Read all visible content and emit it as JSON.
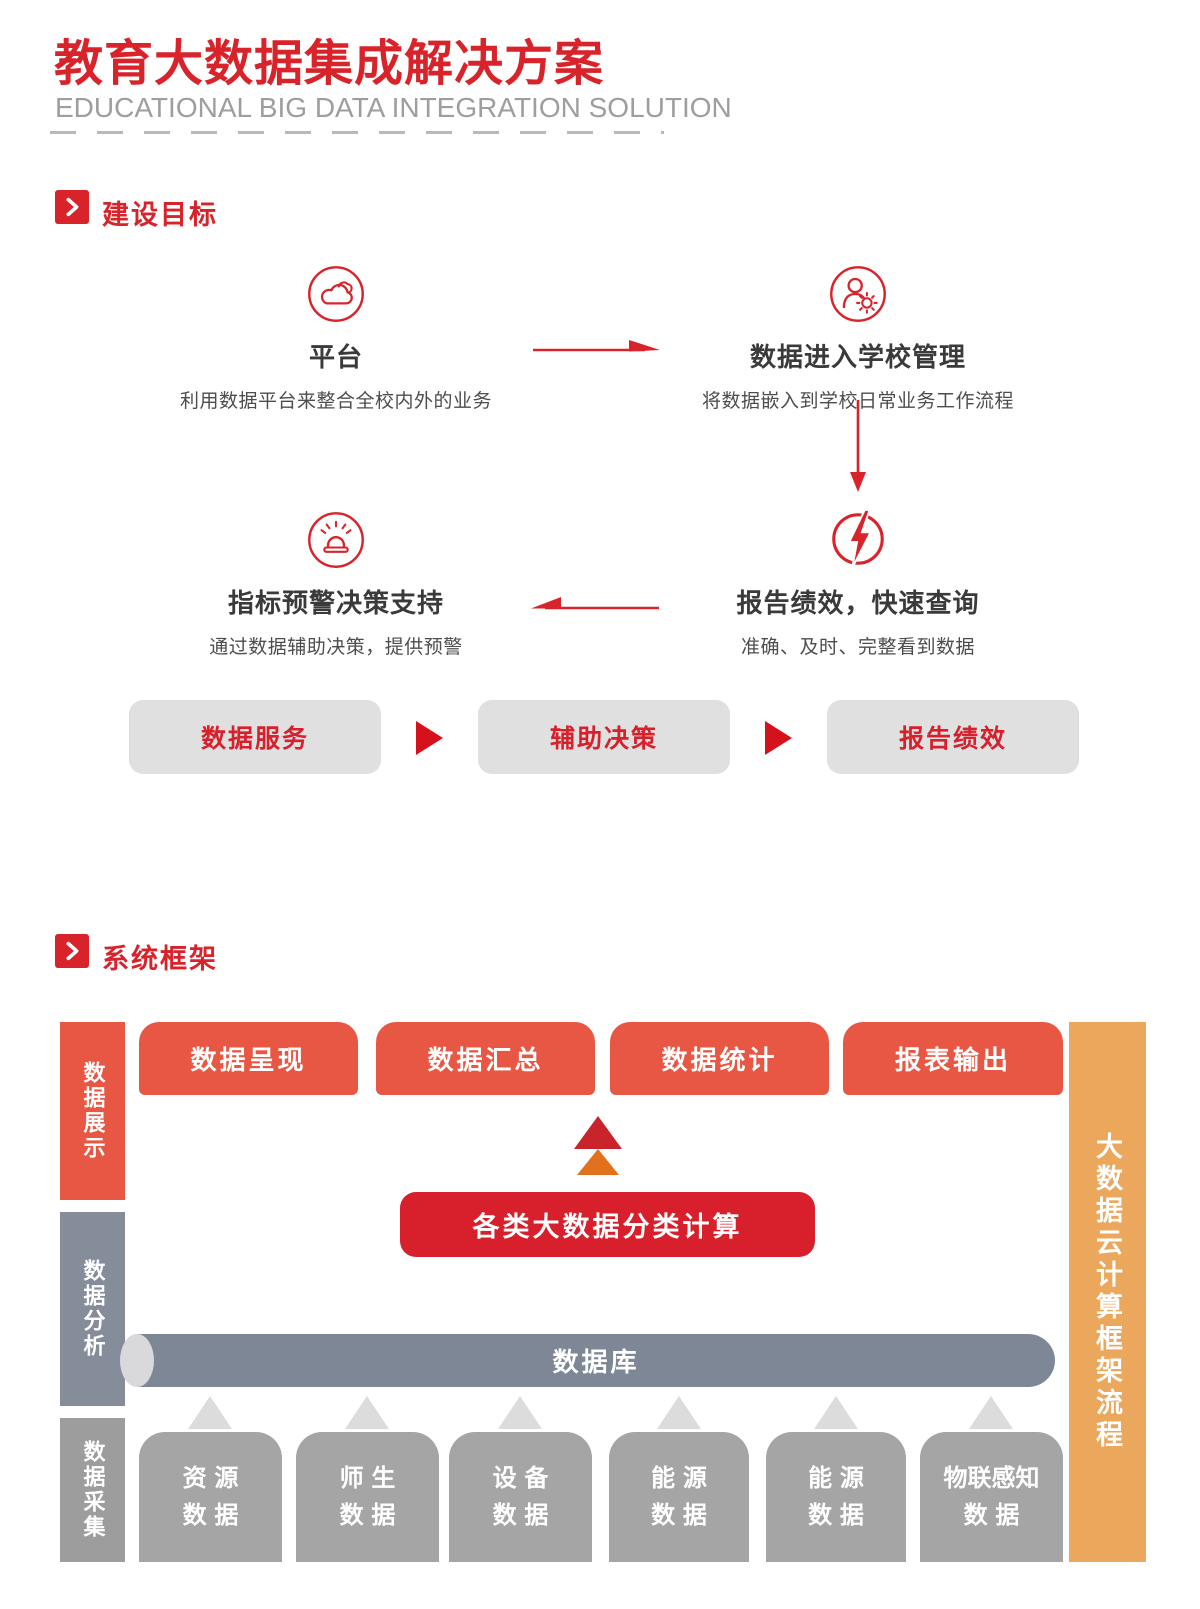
{
  "page": {
    "title": "教育大数据集成解决方案",
    "subtitle": "EDUCATIONAL BIG DATA INTEGRATION SOLUTION"
  },
  "colors": {
    "accent_red": "#d8232a",
    "deep_red_bar": "#d7202b",
    "button_red": "#e85743",
    "arrow_dark_red": "#c9242c",
    "arrow_orange": "#e2711e",
    "right_column_orange": "#eba75c",
    "analysis_gray_blue": "#858d9b",
    "collect_gray": "#9d9d9d",
    "source_box_gray": "#a5a5a5",
    "cylinder_gray": "#7e8795",
    "pill_gray": "#e0e0e0"
  },
  "goals": {
    "heading": "建设目标",
    "nodes": [
      {
        "icon": "cloud-icon",
        "title": "平台",
        "desc": "利用数据平台来整合全校内外的业务"
      },
      {
        "icon": "user-gear-icon",
        "title": "数据进入学校管理",
        "desc": "将数据嵌入到学校日常业务工作流程"
      },
      {
        "icon": "alarm-icon",
        "title": "指标预警决策支持",
        "desc": "通过数据辅助决策，提供预警"
      },
      {
        "icon": "lightning-icon",
        "title": "报告绩效，快速查询",
        "desc": "准确、及时、完整看到数据"
      }
    ],
    "pills": [
      {
        "label": "数据服务"
      },
      {
        "label": "辅助决策"
      },
      {
        "label": "报告绩效"
      }
    ]
  },
  "framework": {
    "heading": "系统框架",
    "left_labels": [
      {
        "label": "数据展示"
      },
      {
        "label": "数据分析"
      },
      {
        "label": "数据采集"
      }
    ],
    "right_label": "大数据云计算框架流程",
    "top_buttons": [
      {
        "label": "数据呈现"
      },
      {
        "label": "数据汇总"
      },
      {
        "label": "数据统计"
      },
      {
        "label": "报表输出"
      }
    ],
    "compute_bar": "各类大数据分类计算",
    "database": "数据库",
    "source_boxes": [
      {
        "line1": "资源",
        "line2": "数据"
      },
      {
        "line1": "师生",
        "line2": "数据"
      },
      {
        "line1": "设备",
        "line2": "数据"
      },
      {
        "line1": "能源",
        "line2": "数据"
      },
      {
        "line1": "能源",
        "line2": "数据"
      },
      {
        "line1": "物联感知",
        "line2": "数据"
      }
    ]
  }
}
